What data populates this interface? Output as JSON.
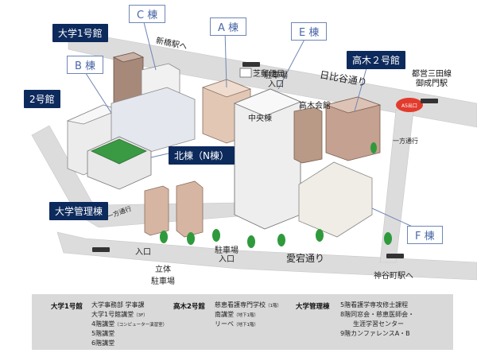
{
  "buildings": {
    "univ1": "大学1号館",
    "b": "B 棟",
    "c": "C 棟",
    "a": "A 棟",
    "e": "E 棟",
    "takagi2": "高木２号館",
    "bldg2": "2号館",
    "north": "北棟（N棟）",
    "admin": "大学管理棟",
    "f": "F 棟",
    "central": "中央棟",
    "takagi_hall": "高木会館",
    "parking_tower": "立体\n駐車場",
    "post_office": "芝郵便局"
  },
  "streets": {
    "hibiya": "日比谷通り",
    "atago": "愛宕通り",
    "shinbashi": "新橋駅へ",
    "kamiyacho": "神谷町駅へ",
    "oneway_right": "一方通行",
    "oneway_left": "一方通行"
  },
  "entrances": {
    "parking_top": "駐車場\n入口",
    "parking_bottom": "駐車場\n入口",
    "entrance": "入口"
  },
  "station": {
    "name": "都営三田線\n御成門駅",
    "exit_label": "A5出口"
  },
  "legend": {
    "groups": [
      {
        "heading": "大学1号館",
        "lines": [
          {
            "text": "大学事務部 学事課",
            "sub": ""
          },
          {
            "text": "大学1号館講堂",
            "sub": "（3F）"
          },
          {
            "text": "4階講堂",
            "sub": "（コンピューター演習室）"
          },
          {
            "text": "5階講堂",
            "sub": ""
          },
          {
            "text": "6階講堂",
            "sub": ""
          }
        ]
      },
      {
        "heading": "高木2号館",
        "lines": [
          {
            "text": "慈恵看護専門学校",
            "sub": "（1階）"
          },
          {
            "text": "南講堂",
            "sub": "（地下1階）"
          },
          {
            "text": "リーベ",
            "sub": "（地下1階）"
          }
        ]
      },
      {
        "heading": "大学管理棟",
        "lines": [
          {
            "text": "5階看護学専攻修士課程",
            "sub": ""
          },
          {
            "text": "8階同窓会・慈恵医師会・",
            "sub": ""
          },
          {
            "text": "　　生涯学習センター",
            "sub": ""
          },
          {
            "text": "9階カンファレンスA・B",
            "sub": ""
          }
        ]
      }
    ]
  },
  "colors": {
    "navy": "#0d2a5c",
    "label_border": "#6f86b6",
    "label_text": "#4b68a8",
    "road": "#dcdcdc",
    "legend_bg": "#d9d9d9",
    "tree": "#2f9a3c",
    "station": "#e23b2d",
    "north_roof": "#3a9a44"
  }
}
